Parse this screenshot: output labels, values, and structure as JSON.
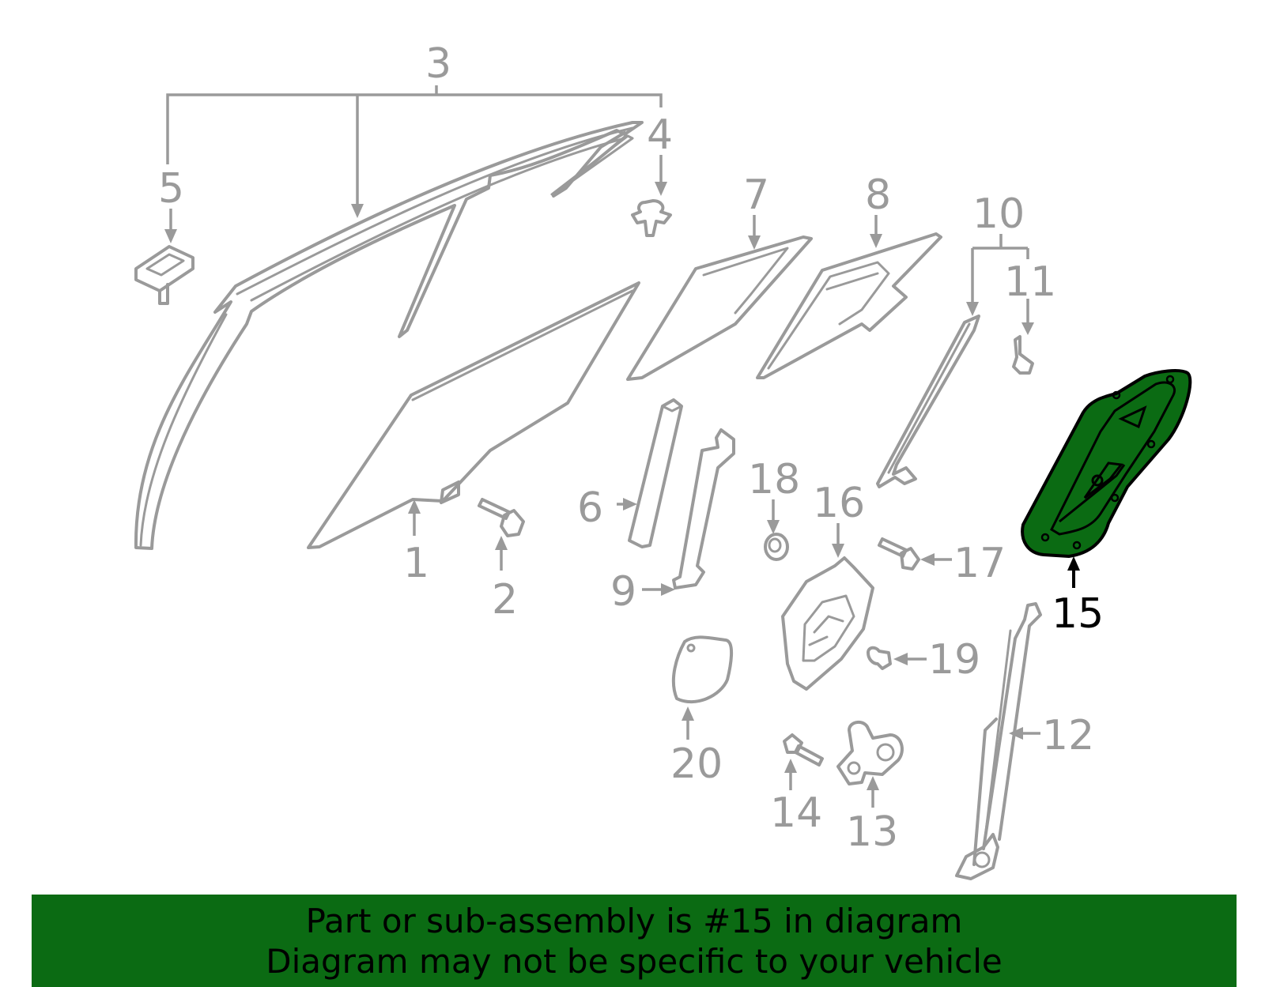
{
  "callouts": {
    "c1": "1",
    "c2": "2",
    "c3": "3",
    "c4": "4",
    "c5": "5",
    "c6": "6",
    "c7": "7",
    "c8": "8",
    "c9": "9",
    "c10": "10",
    "c11": "11",
    "c12": "12",
    "c13": "13",
    "c14": "14",
    "c15": "15",
    "c16": "16",
    "c17": "17",
    "c18": "18",
    "c19": "19",
    "c20": "20"
  },
  "highlighted_part": "15",
  "colors": {
    "outline": "#9a9a9a",
    "highlight_fill": "#0b6b13",
    "highlight_stroke": "#000000",
    "banner_bg": "#0b6b13",
    "banner_text": "#000000"
  },
  "banner": {
    "line1": "Part or sub-assembly is #15 in diagram",
    "line2": "Diagram may not be specific to your vehicle"
  }
}
